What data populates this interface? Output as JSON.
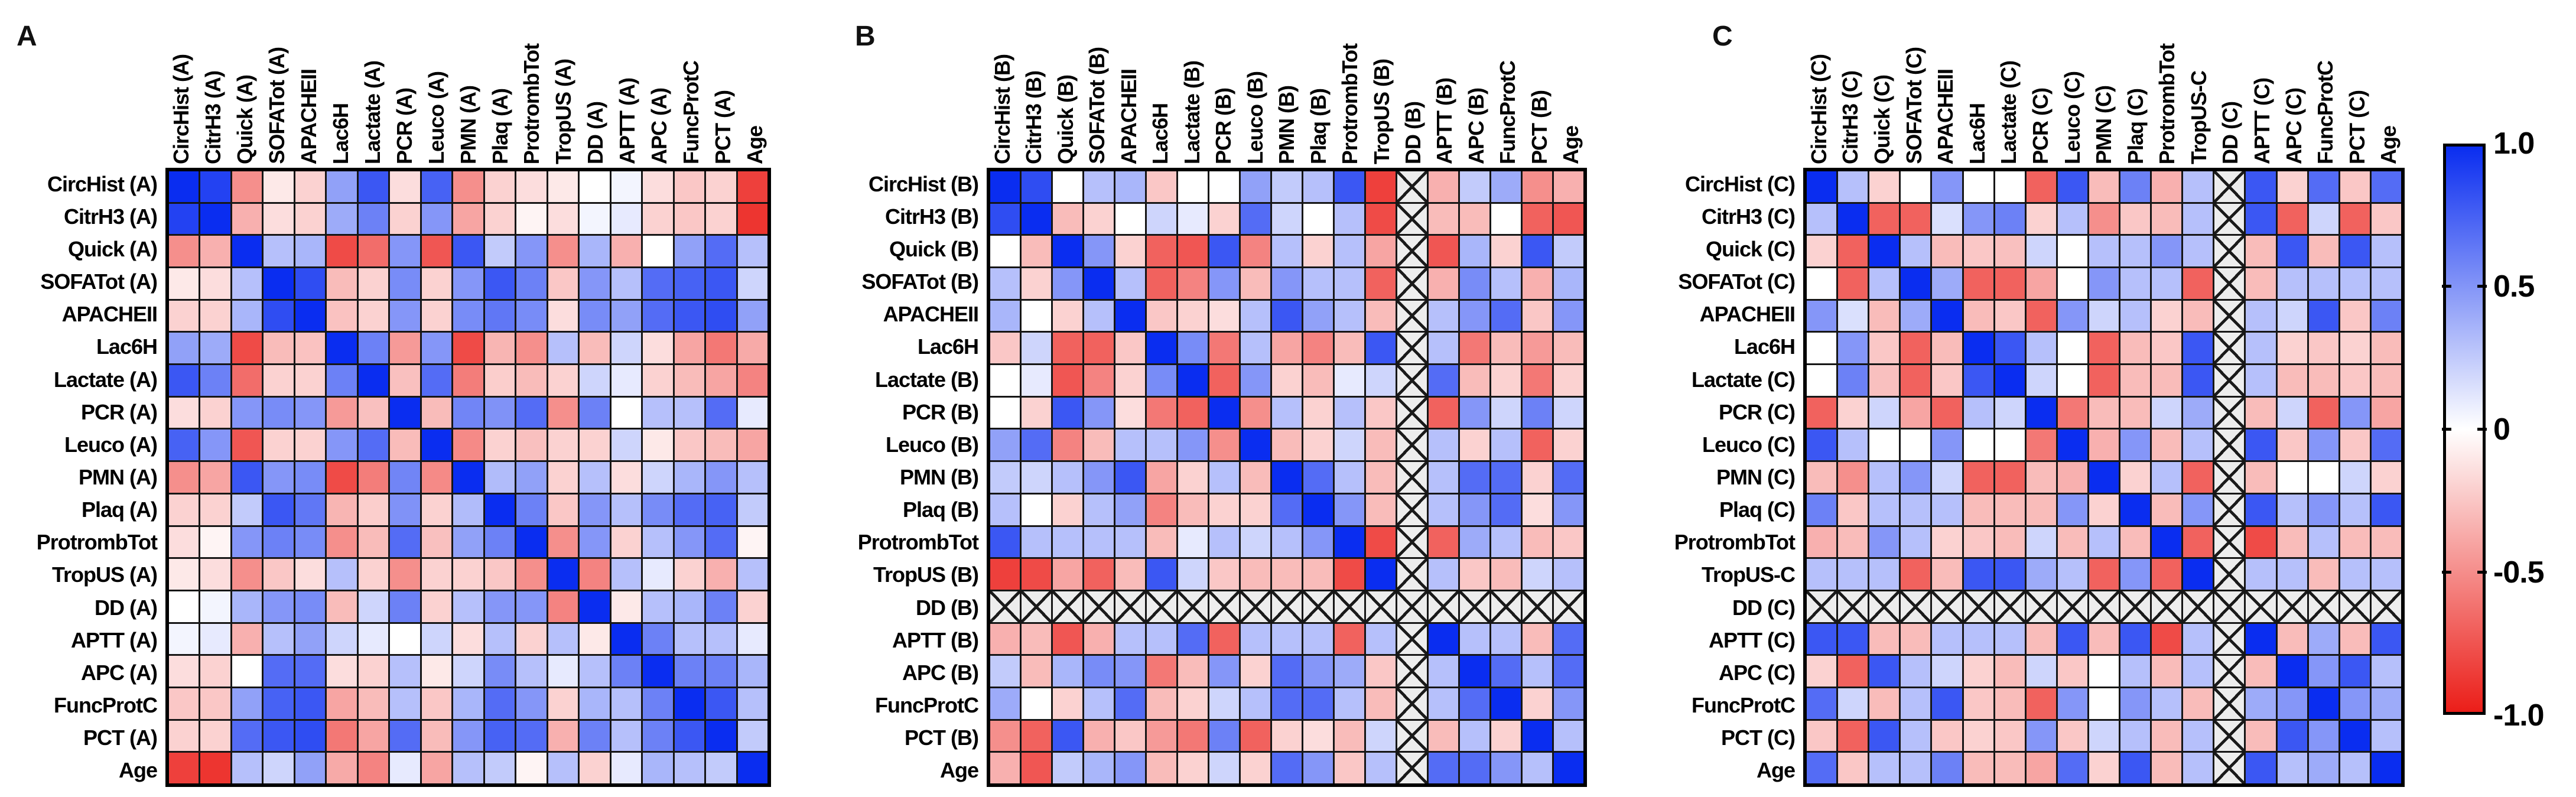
{
  "colorbar": {
    "tick_labels": [
      "1.0",
      "0.5",
      "0",
      "-0.5",
      "-1.0"
    ],
    "max_color": "#0a2df0",
    "mid_color": "#ffffff",
    "min_color": "#eb1e19"
  },
  "chart_data": [
    {
      "type": "heatmap",
      "panel_label": "A",
      "colormap": "blue-white-red",
      "vmin": -1.0,
      "vmax": 1.0,
      "masked_variable": "none",
      "variables": [
        "CircHist (A)",
        "CitrH3 (A)",
        "Quick (A)",
        "SOFATot (A)",
        "APACHEII",
        "Lac6H",
        "Lactate (A)",
        "PCR (A)",
        "Leuco (A)",
        "PMN (A)",
        "Plaq (A)",
        "ProtrombTot",
        "TropUS (A)",
        "DD (A)",
        "APTT (A)",
        "APC (A)",
        "FuncProtC",
        "PCT (A)",
        "Age"
      ],
      "matrix": [
        [
          1,
          0.9,
          -0.5,
          -0.1,
          -0.2,
          0.45,
          0.8,
          -0.15,
          0.75,
          -0.5,
          -0.2,
          -0.15,
          -0.1,
          0,
          0.05,
          -0.15,
          -0.25,
          -0.2,
          -0.85
        ],
        [
          0.9,
          1,
          -0.35,
          -0.15,
          -0.2,
          0.4,
          0.6,
          -0.2,
          0.5,
          -0.4,
          -0.2,
          -0.05,
          -0.15,
          0.05,
          0.1,
          -0.2,
          -0.25,
          -0.2,
          -0.9
        ],
        [
          -0.5,
          -0.35,
          1,
          0.3,
          0.35,
          -0.8,
          -0.65,
          0.5,
          -0.75,
          0.8,
          0.25,
          0.5,
          -0.5,
          0.35,
          -0.35,
          0,
          0.45,
          0.7,
          0.3
        ],
        [
          -0.1,
          -0.15,
          0.3,
          1,
          0.85,
          -0.3,
          -0.2,
          0.55,
          -0.2,
          0.5,
          0.8,
          0.6,
          -0.25,
          0.5,
          0.3,
          0.7,
          0.75,
          0.8,
          0.2
        ],
        [
          -0.2,
          -0.2,
          0.35,
          0.85,
          1,
          -0.27,
          -0.2,
          0.5,
          -0.2,
          0.55,
          0.65,
          0.55,
          -0.15,
          0.55,
          0.45,
          0.7,
          0.8,
          0.85,
          0.45
        ],
        [
          0.45,
          0.4,
          -0.8,
          -0.3,
          -0.27,
          1,
          0.6,
          -0.45,
          0.5,
          -0.8,
          -0.33,
          -0.5,
          0.3,
          -0.3,
          0.2,
          -0.15,
          -0.4,
          -0.6,
          -0.38
        ],
        [
          0.8,
          0.6,
          -0.65,
          -0.2,
          -0.2,
          0.6,
          1,
          -0.28,
          0.7,
          -0.58,
          -0.22,
          -0.3,
          -0.2,
          0.2,
          0.1,
          -0.2,
          -0.3,
          -0.4,
          -0.55
        ],
        [
          -0.15,
          -0.2,
          0.5,
          0.55,
          0.5,
          -0.45,
          -0.28,
          1,
          -0.3,
          0.58,
          0.52,
          0.7,
          -0.5,
          0.6,
          0,
          0.3,
          0.3,
          0.7,
          0.1
        ],
        [
          0.75,
          0.5,
          -0.75,
          -0.2,
          -0.2,
          0.5,
          0.7,
          -0.3,
          1,
          -0.52,
          -0.2,
          -0.28,
          -0.2,
          -0.2,
          0.2,
          -0.1,
          -0.25,
          -0.3,
          -0.4
        ],
        [
          -0.5,
          -0.4,
          0.8,
          0.5,
          0.55,
          -0.8,
          -0.58,
          0.58,
          -0.52,
          1,
          0.32,
          0.45,
          -0.2,
          0.3,
          -0.15,
          0.2,
          0.35,
          0.5,
          0.3
        ],
        [
          -0.2,
          -0.2,
          0.25,
          0.8,
          0.65,
          -0.33,
          -0.22,
          0.52,
          -0.2,
          0.32,
          1,
          0.6,
          -0.25,
          0.5,
          0.3,
          0.55,
          0.7,
          0.75,
          0.25
        ],
        [
          -0.15,
          -0.05,
          0.5,
          0.6,
          0.55,
          -0.5,
          -0.3,
          0.7,
          -0.28,
          0.45,
          0.6,
          1,
          -0.5,
          0.5,
          -0.2,
          0.3,
          0.5,
          0.7,
          -0.05
        ],
        [
          -0.1,
          -0.15,
          -0.5,
          -0.25,
          -0.15,
          0.3,
          -0.2,
          -0.5,
          -0.2,
          -0.2,
          -0.25,
          -0.5,
          1,
          -0.55,
          0.3,
          0.1,
          -0.2,
          -0.35,
          0.3
        ],
        [
          0,
          0.05,
          0.35,
          0.5,
          0.55,
          -0.3,
          0.2,
          0.6,
          -0.2,
          0.3,
          0.5,
          0.5,
          -0.55,
          1,
          -0.1,
          0.3,
          0.35,
          0.6,
          -0.2
        ],
        [
          0.05,
          0.1,
          -0.35,
          0.3,
          0.45,
          0.2,
          0.1,
          0,
          0.2,
          -0.15,
          0.3,
          -0.2,
          0.3,
          -0.1,
          1,
          0.6,
          0.3,
          0.3,
          0.1
        ],
        [
          -0.15,
          -0.2,
          0,
          0.7,
          0.7,
          -0.15,
          -0.2,
          0.3,
          -0.1,
          0.2,
          0.55,
          0.3,
          0.1,
          0.3,
          0.6,
          1,
          0.6,
          0.6,
          0.35
        ],
        [
          -0.25,
          -0.25,
          0.45,
          0.75,
          0.8,
          -0.4,
          -0.3,
          0.3,
          -0.25,
          0.35,
          0.7,
          0.5,
          -0.2,
          0.35,
          0.3,
          0.6,
          1,
          0.8,
          0.3
        ],
        [
          -0.2,
          -0.2,
          0.7,
          0.8,
          0.85,
          -0.6,
          -0.4,
          0.7,
          -0.3,
          0.5,
          0.75,
          0.7,
          -0.35,
          0.6,
          0.3,
          0.6,
          0.8,
          1,
          0.25
        ],
        [
          -0.85,
          -0.9,
          0.3,
          0.2,
          0.45,
          -0.38,
          -0.55,
          0.1,
          -0.4,
          0.3,
          0.25,
          -0.05,
          0.3,
          -0.2,
          0.1,
          0.35,
          0.3,
          0.25,
          1
        ]
      ]
    },
    {
      "type": "heatmap",
      "panel_label": "B",
      "colormap": "blue-white-red",
      "vmin": -1.0,
      "vmax": 1.0,
      "masked_variable": "DD (B)",
      "variables": [
        "CircHist (B)",
        "CitrH3 (B)",
        "Quick (B)",
        "SOFATot (B)",
        "APACHEII",
        "Lac6H",
        "Lactate (B)",
        "PCR (B)",
        "Leuco (B)",
        "PMN (B)",
        "Plaq (B)",
        "ProtrombTot",
        "TropUS (B)",
        "DD (B)",
        "APTT (B)",
        "APC (B)",
        "FuncProtC",
        "PCT (B)",
        "Age"
      ],
      "matrix": [
        [
          1,
          0.85,
          0,
          0.3,
          0.35,
          -0.25,
          0,
          0,
          0.45,
          0.25,
          0.3,
          0.8,
          -0.85,
          null,
          -0.35,
          0.25,
          0.4,
          -0.5,
          -0.35
        ],
        [
          0.85,
          1,
          -0.3,
          -0.2,
          0,
          0.2,
          0.1,
          -0.2,
          0.7,
          0.2,
          0,
          0.3,
          -0.8,
          null,
          -0.3,
          -0.3,
          0,
          -0.7,
          -0.75
        ],
        [
          0,
          -0.3,
          1,
          0.5,
          -0.2,
          -0.7,
          -0.75,
          0.8,
          -0.55,
          0.3,
          -0.2,
          0.3,
          -0.4,
          null,
          -0.75,
          0.35,
          -0.2,
          0.8,
          0.25
        ],
        [
          0.3,
          -0.2,
          0.5,
          1,
          0.3,
          -0.7,
          -0.55,
          0.5,
          -0.3,
          0.5,
          0.3,
          0.3,
          -0.7,
          null,
          -0.35,
          0.55,
          0.3,
          -0.35,
          0.35
        ],
        [
          0.35,
          0,
          -0.2,
          0.3,
          1,
          -0.25,
          -0.2,
          -0.15,
          0.3,
          0.8,
          0.45,
          0.3,
          -0.3,
          null,
          0.3,
          0.5,
          0.7,
          -0.25,
          0.5
        ],
        [
          -0.25,
          0.2,
          -0.7,
          -0.7,
          -0.25,
          1,
          0.55,
          -0.6,
          0.3,
          -0.4,
          -0.55,
          -0.3,
          0.8,
          null,
          0.3,
          -0.6,
          -0.3,
          -0.45,
          -0.3
        ],
        [
          0,
          0.1,
          -0.75,
          -0.55,
          -0.2,
          0.55,
          1,
          -0.7,
          0.5,
          -0.2,
          -0.3,
          0.1,
          0.2,
          null,
          0.7,
          -0.3,
          -0.2,
          -0.6,
          -0.2
        ],
        [
          0,
          -0.2,
          0.8,
          0.5,
          -0.15,
          -0.6,
          -0.7,
          1,
          -0.5,
          0.3,
          -0.2,
          0.3,
          -0.25,
          null,
          -0.7,
          0.5,
          0.2,
          0.6,
          0.2
        ],
        [
          0.45,
          0.7,
          -0.55,
          -0.3,
          0.3,
          0.3,
          0.5,
          -0.5,
          1,
          -0.3,
          -0.2,
          0.2,
          -0.3,
          null,
          0.3,
          -0.2,
          0.3,
          -0.7,
          -0.2
        ],
        [
          0.25,
          0.2,
          0.3,
          0.5,
          0.8,
          -0.4,
          -0.2,
          0.3,
          -0.3,
          1,
          0.7,
          0.3,
          -0.3,
          null,
          0.3,
          0.7,
          0.7,
          -0.2,
          0.7
        ],
        [
          0.3,
          0,
          -0.2,
          0.3,
          0.45,
          -0.55,
          -0.3,
          -0.2,
          -0.2,
          0.7,
          1,
          0.5,
          -0.3,
          null,
          0.3,
          0.5,
          0.7,
          -0.15,
          0.5
        ],
        [
          0.8,
          0.3,
          0.3,
          0.3,
          0.3,
          -0.3,
          0.1,
          0.3,
          0.2,
          0.3,
          0.5,
          1,
          -0.8,
          null,
          -0.7,
          0.4,
          0.3,
          -0.3,
          -0.25
        ],
        [
          -0.85,
          -0.8,
          -0.4,
          -0.7,
          -0.3,
          0.8,
          0.2,
          -0.25,
          -0.3,
          -0.3,
          -0.3,
          -0.8,
          1,
          null,
          0.3,
          -0.25,
          -0.3,
          0.2,
          0.3
        ],
        [
          null,
          null,
          null,
          null,
          null,
          null,
          null,
          null,
          null,
          null,
          null,
          null,
          null,
          null,
          null,
          null,
          null,
          null,
          null
        ],
        [
          -0.35,
          -0.3,
          -0.75,
          -0.35,
          0.3,
          0.3,
          0.7,
          -0.7,
          0.3,
          0.3,
          0.3,
          -0.7,
          0.3,
          null,
          1,
          0.3,
          0.3,
          -0.3,
          0.7
        ],
        [
          0.25,
          -0.3,
          0.35,
          0.55,
          0.5,
          -0.6,
          -0.3,
          0.5,
          -0.2,
          0.7,
          0.5,
          0.4,
          -0.25,
          null,
          0.3,
          1,
          0.7,
          0.3,
          0.7
        ],
        [
          0.4,
          0,
          -0.2,
          0.3,
          0.7,
          -0.3,
          -0.2,
          0.2,
          0.3,
          0.7,
          0.7,
          0.3,
          -0.3,
          null,
          0.3,
          0.7,
          1,
          -0.2,
          0.5
        ],
        [
          -0.5,
          -0.7,
          0.8,
          -0.35,
          -0.25,
          -0.45,
          -0.6,
          0.6,
          -0.7,
          -0.2,
          -0.15,
          -0.3,
          0.2,
          null,
          -0.3,
          0.3,
          -0.2,
          1,
          0.3
        ],
        [
          -0.35,
          -0.75,
          0.25,
          0.35,
          0.5,
          -0.3,
          -0.2,
          0.2,
          -0.2,
          0.7,
          0.5,
          -0.25,
          0.3,
          null,
          0.7,
          0.7,
          0.5,
          0.3,
          1
        ]
      ]
    },
    {
      "type": "heatmap",
      "panel_label": "C",
      "colormap": "blue-white-red",
      "vmin": -1.0,
      "vmax": 1.0,
      "masked_variable": "DD (C)",
      "variables": [
        "CircHist (C)",
        "CitrH3 (C)",
        "Quick (C)",
        "SOFATot (C)",
        "APACHEII",
        "Lac6H",
        "Lactate (C)",
        "PCR (C)",
        "Leuco (C)",
        "PMN (C)",
        "Plaq (C)",
        "ProtrombTot",
        "TropUS-C",
        "DD (C)",
        "APTT (C)",
        "APC (C)",
        "FuncProtC",
        "PCT (C)",
        "Age"
      ],
      "matrix": [
        [
          1,
          0.3,
          -0.2,
          0,
          0.5,
          0,
          0,
          -0.7,
          0.8,
          -0.3,
          0.6,
          -0.35,
          0.3,
          null,
          0.8,
          -0.2,
          0.7,
          -0.25,
          0.7
        ],
        [
          0.3,
          1,
          -0.7,
          -0.7,
          0.15,
          0.5,
          0.6,
          -0.2,
          0.3,
          -0.5,
          -0.25,
          -0.3,
          0.3,
          null,
          0.8,
          -0.7,
          0.2,
          -0.7,
          -0.25
        ],
        [
          -0.2,
          -0.7,
          1,
          0.3,
          -0.3,
          -0.25,
          -0.28,
          0.2,
          0,
          0.3,
          0.3,
          0.5,
          0.3,
          null,
          -0.3,
          0.8,
          -0.3,
          0.8,
          0.3
        ],
        [
          0,
          -0.7,
          0.3,
          1,
          0.4,
          -0.7,
          -0.7,
          -0.4,
          0,
          0.5,
          0.3,
          0.3,
          -0.7,
          null,
          -0.3,
          0.3,
          0.3,
          0.3,
          0.3
        ],
        [
          0.5,
          0.15,
          -0.3,
          0.4,
          1,
          -0.3,
          -0.25,
          -0.7,
          0.5,
          0.2,
          0.3,
          -0.2,
          -0.3,
          null,
          0.3,
          0.2,
          0.8,
          -0.25,
          0.6
        ],
        [
          0,
          0.5,
          -0.25,
          -0.7,
          -0.3,
          1,
          0.8,
          0.3,
          0,
          -0.7,
          -0.3,
          -0.25,
          0.8,
          null,
          0.3,
          -0.2,
          -0.25,
          -0.2,
          -0.3
        ],
        [
          0,
          0.6,
          -0.28,
          -0.7,
          -0.25,
          0.8,
          1,
          0.2,
          0,
          -0.7,
          -0.3,
          -0.3,
          0.8,
          null,
          0.3,
          -0.3,
          -0.3,
          -0.25,
          -0.3
        ],
        [
          -0.7,
          -0.2,
          0.2,
          -0.4,
          -0.7,
          0.3,
          0.2,
          1,
          -0.6,
          -0.3,
          -0.3,
          0.2,
          0.4,
          null,
          -0.3,
          0.2,
          -0.7,
          0.5,
          -0.4
        ],
        [
          0.8,
          0.3,
          0,
          0,
          0.5,
          0,
          0,
          -0.6,
          1,
          -0.35,
          0.5,
          -0.3,
          0.3,
          null,
          0.8,
          -0.25,
          0.5,
          -0.25,
          0.7
        ],
        [
          -0.3,
          -0.5,
          0.3,
          0.5,
          0.2,
          -0.7,
          -0.7,
          -0.3,
          -0.35,
          1,
          -0.2,
          0.3,
          -0.7,
          null,
          -0.3,
          0,
          0,
          0.2,
          -0.2
        ],
        [
          0.6,
          -0.25,
          0.3,
          0.3,
          0.3,
          -0.3,
          -0.3,
          -0.3,
          0.5,
          -0.2,
          1,
          -0.3,
          0.5,
          null,
          0.8,
          0.3,
          0.5,
          0.3,
          0.8
        ],
        [
          -0.35,
          -0.3,
          0.5,
          0.3,
          -0.2,
          -0.25,
          -0.3,
          0.2,
          -0.3,
          0.3,
          -0.3,
          1,
          -0.7,
          null,
          -0.8,
          -0.3,
          0.3,
          -0.3,
          -0.3
        ],
        [
          0.3,
          0.3,
          0.3,
          -0.7,
          -0.3,
          0.8,
          0.8,
          0.4,
          0.3,
          -0.7,
          0.5,
          -0.7,
          1,
          null,
          0.3,
          0.3,
          -0.3,
          0.3,
          0.3
        ],
        [
          null,
          null,
          null,
          null,
          null,
          null,
          null,
          null,
          null,
          null,
          null,
          null,
          null,
          null,
          null,
          null,
          null,
          null,
          null
        ],
        [
          0.8,
          0.8,
          -0.3,
          -0.3,
          0.3,
          0.3,
          0.3,
          -0.3,
          0.8,
          -0.3,
          0.8,
          -0.8,
          0.3,
          null,
          1,
          -0.3,
          0.4,
          -0.3,
          0.8
        ],
        [
          -0.2,
          -0.7,
          0.8,
          0.3,
          0.2,
          -0.2,
          -0.3,
          0.2,
          -0.25,
          0,
          0.3,
          -0.3,
          0.3,
          null,
          -0.3,
          1,
          0.5,
          0.8,
          0.3
        ],
        [
          0.7,
          0.2,
          -0.3,
          0.3,
          0.8,
          -0.25,
          -0.3,
          -0.7,
          0.5,
          0,
          0.5,
          0.3,
          -0.3,
          null,
          0.4,
          0.5,
          1,
          0.5,
          0.4
        ],
        [
          -0.25,
          -0.7,
          0.8,
          0.3,
          -0.25,
          -0.2,
          -0.25,
          0.5,
          -0.25,
          0.2,
          0.3,
          -0.3,
          0.3,
          null,
          -0.3,
          0.8,
          0.5,
          1,
          0.3
        ],
        [
          0.7,
          -0.25,
          0.3,
          0.3,
          0.6,
          -0.3,
          -0.3,
          -0.4,
          0.7,
          -0.2,
          0.8,
          -0.3,
          0.3,
          null,
          0.8,
          0.3,
          0.4,
          0.3,
          1
        ]
      ]
    }
  ]
}
